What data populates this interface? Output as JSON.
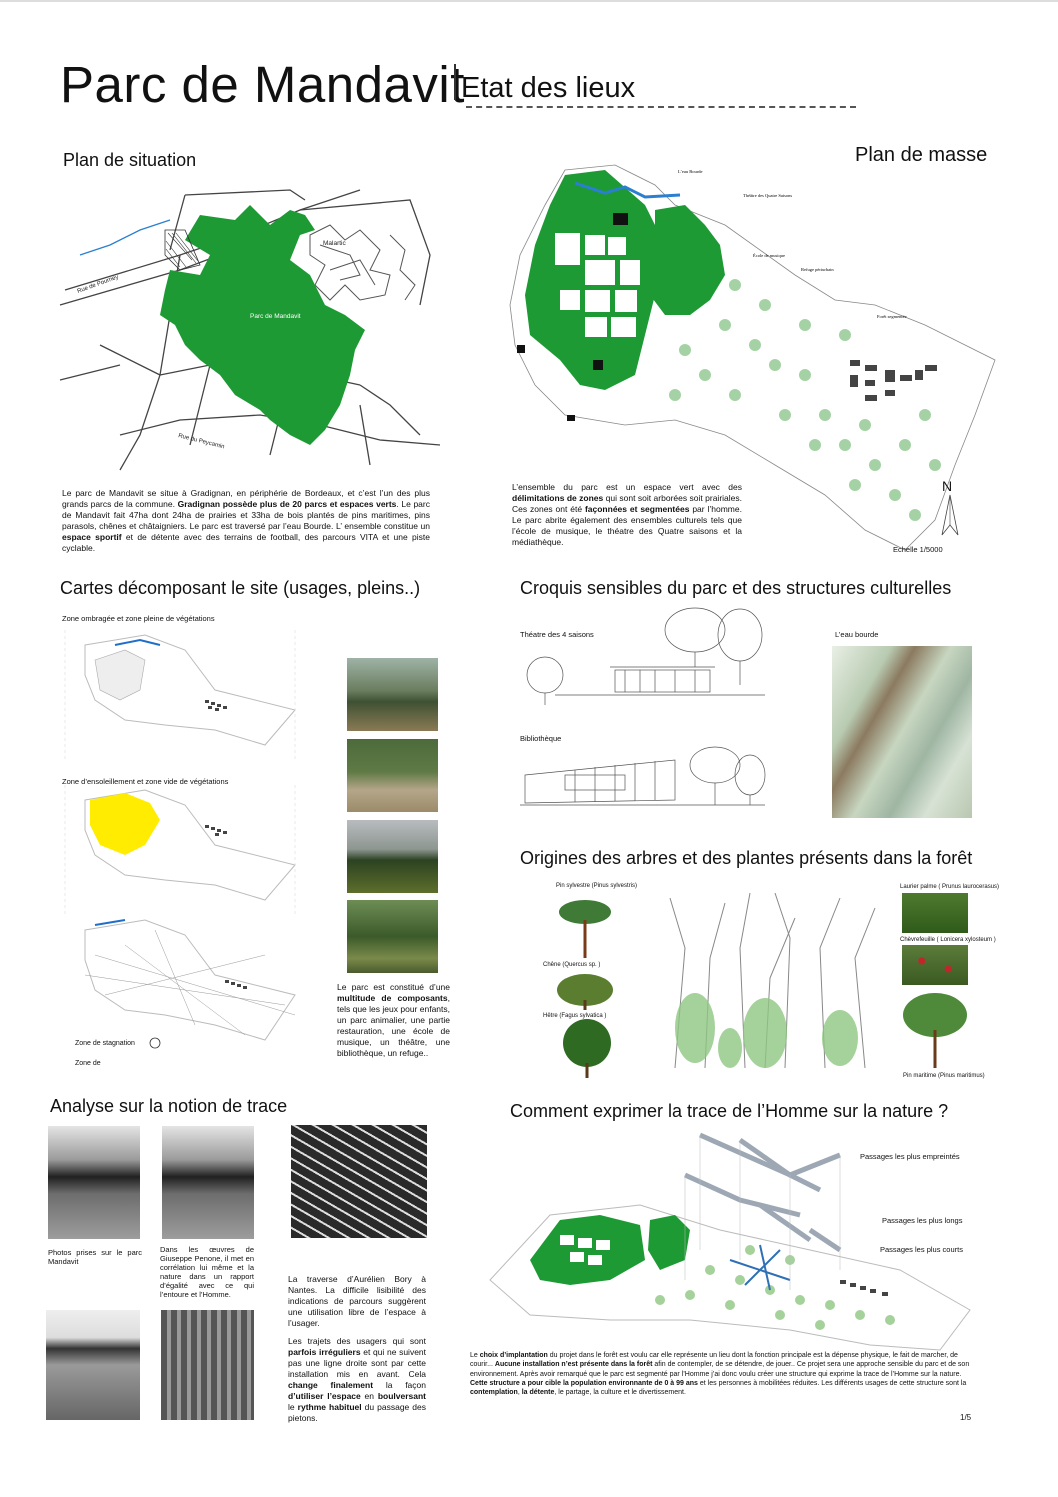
{
  "title": {
    "main": "Parc de Mandavit",
    "sub": "Etat des lieux"
  },
  "situation": {
    "heading": "Plan de situation",
    "labels": {
      "malartic": "Malartic",
      "parc": "Parc de Mandavit",
      "road1": "Rue de Pourney",
      "road2": "Rue du Peycamin"
    },
    "text_1": "Le parc de Mandavit se situe à Gradignan, en périphérie de Bordeaux, et c’est l’un des plus grands parcs de la commune. ",
    "text_bold_1": "Gradignan possède plus de 20 parcs et espaces verts",
    "text_2": ". Le parc de Mandavit fait 47ha dont 24ha de prairies et 33ha de bois plantés de pins maritimes, pins parasols, chênes et châtaigniers. Le parc est traversé par l’eau Bourde. L’ ensemble constitue un ",
    "text_bold_2": "espace sportif",
    "text_3": " et de détente avec des terrains de football, des parcours VITA et une piste cyclable."
  },
  "masse": {
    "heading": "Plan de masse",
    "labels": {
      "eau": "L’eau Bourde",
      "theatre": "Théâtre des Quatre Saisons",
      "ecole": "École de musique",
      "refuge": "Refuge périurbain",
      "foret": "Forêt segmentée"
    },
    "text_1": "L’ensemble du parc est un espace vert avec des ",
    "text_bold_1": "délimitations de zones",
    "text_2": " qui sont soit arborées soit prairiales. Ces zones ont été ",
    "text_bold_2": "façonnées et segmentées",
    "text_3": " par l’homme. Le parc abrite également des ensembles culturels tels que l’école de musique, le théatre des Quatre saisons et la médiathèque.",
    "north": "N",
    "scale": "Echelle 1/5000"
  },
  "cartes": {
    "heading": "Cartes décomposant le site (usages, pleins..)",
    "zone1": "Zone ombragée et zone pleine de végétations",
    "zone2": "Zone d’ensoleillement et zone vide de végétations",
    "zone3": "Zone de stagnation",
    "zone4": "Zone de",
    "text_1": "Le parc est constitué d’une ",
    "text_bold_1": "multitude de composants",
    "text_2": ", tels que les jeux pour enfants, un parc animalier, une partie restauration, une école de musique, un théâtre, une bibliothèque, un refuge.."
  },
  "croquis": {
    "heading": "Croquis sensibles du parc et des structures culturelles",
    "theatre": "Théatre des 4 saisons",
    "eau": "L’eau bourde",
    "biblio": "Bibliothèque"
  },
  "origines": {
    "heading": "Origines des arbres et des plantes présents dans la forêt",
    "pin": "Pin sylvestre (Pinus sylvestris)",
    "chene": "Chêne (Quercus sp. )",
    "hetre": "Hêtre (Fagus sylvatica )",
    "laurier": "Laurier palme ( Prunus laurocerasus)",
    "chevre": "Chèvrefeuille ( Lonicera xylosteum )",
    "maritime": "Pin maritime (Pinus maritimus)"
  },
  "trace": {
    "heading": "Analyse sur la notion de trace",
    "cap1": "Photos prises sur le parc Mandavit",
    "cap2": "Dans les œuvres de Giuseppe Penone, il met en corrélation lui même et la nature dans un rapport d’égalité avec ce qui l’entoure et l’Homme.",
    "cap3": "La traverse d’Aurélien Bory à Nantes. La difficile lisibilité des indications de parcours suggèrent une utilisation libre de l’espace à l’usager.",
    "p2_1": "Les trajets des usagers qui sont ",
    "p2_b1": "parfois irréguliers",
    "p2_2": " et qui ne suivent pas une ligne droite sont par cette installation mis en avant. Cela ",
    "p2_b2": "change finalement",
    "p2_3": " la façon ",
    "p2_b3": "d’utiliser l’espace",
    "p2_4": " en ",
    "p2_b4": "boulversant",
    "p2_5": " le ",
    "p2_b5": "rythme habituel",
    "p2_6": " du passage des pietons."
  },
  "comment": {
    "heading": "Comment exprimer la trace de l’Homme sur la nature ?",
    "pass1": "Passages les plus empreintés",
    "pass2": "Passages les plus longs",
    "pass3": "Passages les plus courts",
    "t1": "Le ",
    "b1": "choix d’implantation",
    "t2": " du projet dans le forêt est voulu car elle représente un lieu dont la fonction principale est la dépense physique, le fait de marcher, de courir... ",
    "b2": "Aucune installation n’est présente dans la forêt",
    "t3": " afin de contempler, de se détendre, de jouer.. Ce projet sera une approche sensible du parc et de son environnement. Après avoir remarqué que le parc est segmenté par l’Homme j’ai donc voulu créer une structure qui exprime la trace de l’Homme sur la nature. ",
    "b3": "Cette structure a pour cible la population environnante de 0 à 99 ans",
    "t4": " et les personnes à mobilitées réduites. Les différents usages de cette structure sont la ",
    "b4": "contemplation",
    "t5": ", ",
    "b5": "la détente",
    "t6": ", le partage, la culture et le divertissement."
  },
  "page_number": "1/5",
  "colors": {
    "green": "#1e9a35",
    "yellow": "#ffec00",
    "water": "#1f6fc9"
  }
}
